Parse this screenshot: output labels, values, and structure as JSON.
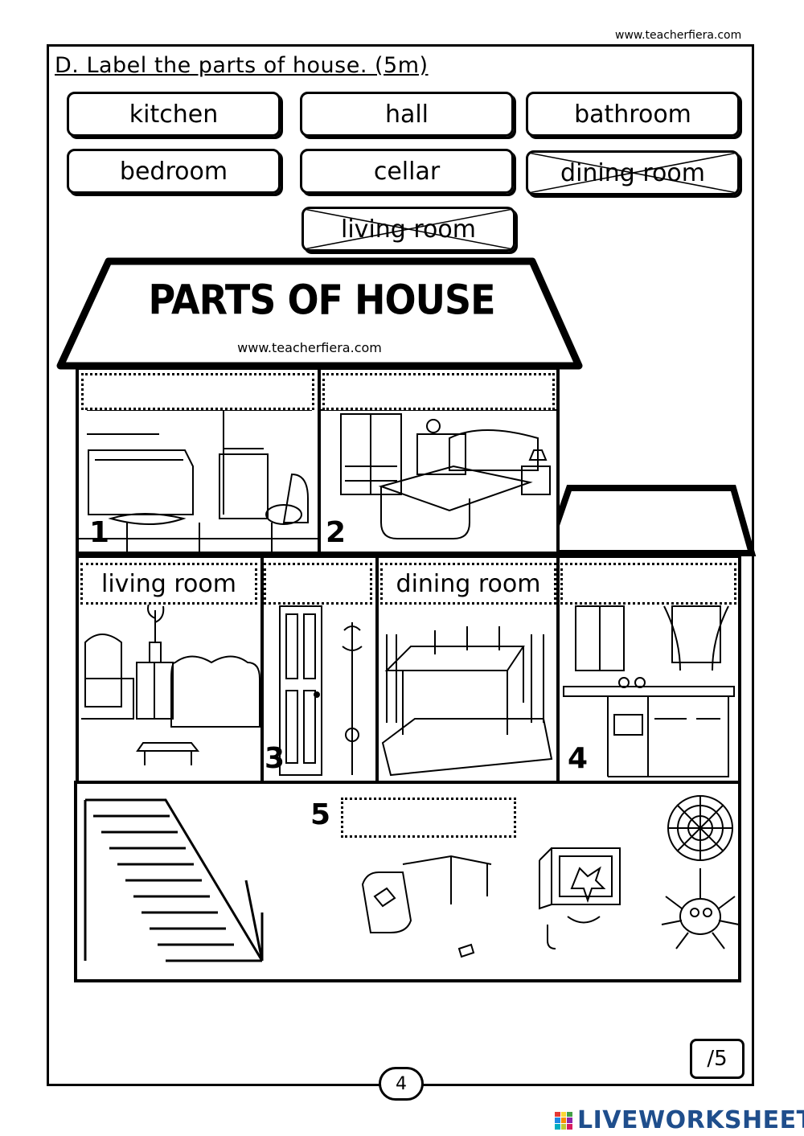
{
  "header": {
    "site": "www.teacherfiera.com"
  },
  "instruction": "D.  Label  the  parts  of  house.  (5m)",
  "word_bank": [
    {
      "text": "kitchen",
      "crossed": false
    },
    {
      "text": "hall",
      "crossed": false
    },
    {
      "text": "bathroom",
      "crossed": false
    },
    {
      "text": "bedroom",
      "crossed": false
    },
    {
      "text": "cellar",
      "crossed": false
    },
    {
      "text": "dining  room",
      "crossed": true
    },
    {
      "text": "living  room",
      "crossed": true
    }
  ],
  "house": {
    "title": "PARTS OF HOUSE",
    "site": "www.teacherfiera.com",
    "rooms": [
      {
        "number": "1",
        "label": "",
        "scene": "bathroom"
      },
      {
        "number": "2",
        "label": "",
        "scene": "bedroom"
      },
      {
        "number": "",
        "label": "living  room",
        "scene": "living room"
      },
      {
        "number": "3",
        "label": "",
        "scene": "hall"
      },
      {
        "number": "",
        "label": "dining  room",
        "scene": "dining room"
      },
      {
        "number": "4",
        "label": "",
        "scene": "kitchen"
      },
      {
        "number": "5",
        "label": "",
        "scene": "cellar"
      }
    ]
  },
  "score": "/5",
  "page_number": "4",
  "footer": {
    "brand": "LIVEWORKSHEETS",
    "logo_colors": [
      "#e53935",
      "#fdd835",
      "#43a047",
      "#1e88e5",
      "#fb8c00",
      "#8e24aa",
      "#00acc1",
      "#c0ca33",
      "#d81b60"
    ]
  }
}
